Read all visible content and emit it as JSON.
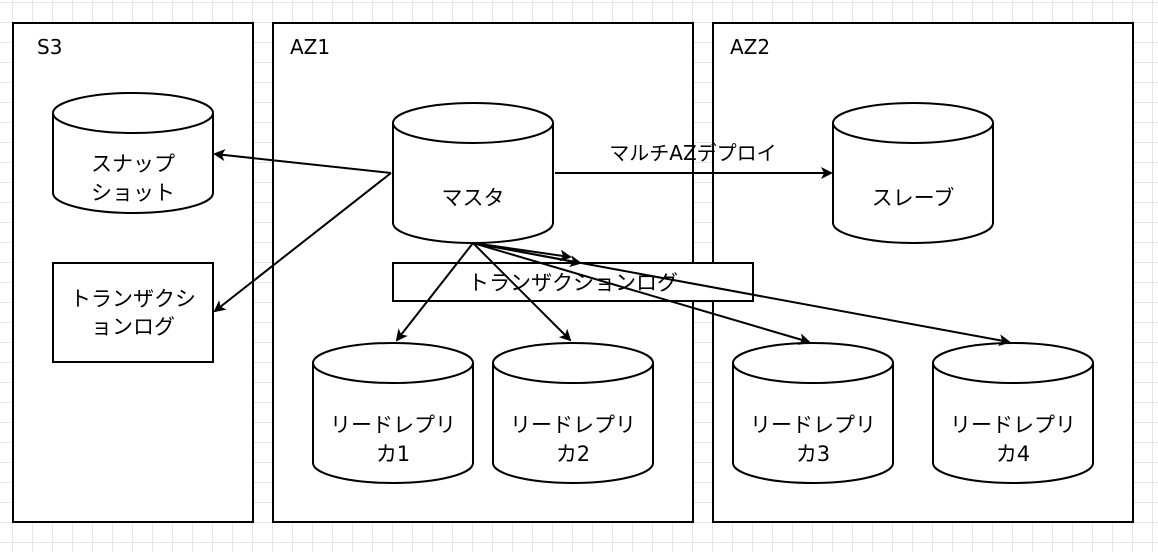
{
  "zones": {
    "s3": {
      "label": "S3"
    },
    "az1": {
      "label": "AZ1"
    },
    "az2": {
      "label": "AZ2"
    }
  },
  "nodes": {
    "snapshot": {
      "lines": [
        "スナップ",
        "ショット"
      ]
    },
    "s3_transaction_log": {
      "lines": [
        "トランザクシ",
        "ョンログ"
      ]
    },
    "master": {
      "lines": [
        "マスタ"
      ]
    },
    "slave": {
      "lines": [
        "スレーブ"
      ]
    },
    "transaction_log_bar": {
      "lines": [
        "トランザクションログ"
      ]
    },
    "read_replica_1": {
      "lines": [
        "リードレプリ",
        "カ1"
      ]
    },
    "read_replica_2": {
      "lines": [
        "リードレプリ",
        "カ2"
      ]
    },
    "read_replica_3": {
      "lines": [
        "リードレプリ",
        "カ3"
      ]
    },
    "read_replica_4": {
      "lines": [
        "リードレプリ",
        "カ4"
      ]
    }
  },
  "edges": {
    "multi_az_deploy": {
      "label": "マルチAZデプロイ"
    }
  }
}
